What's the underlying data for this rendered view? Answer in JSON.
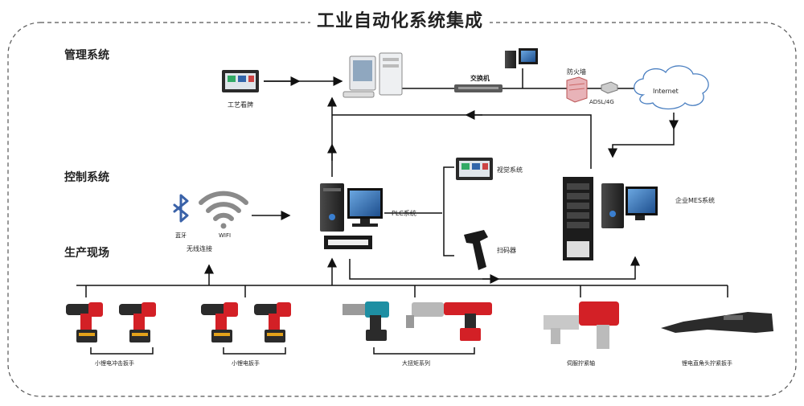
{
  "title": "工业自动化系统集成",
  "sections": {
    "management": "管理系统",
    "control": "控制系统",
    "production": "生产现场"
  },
  "nodes": {
    "process_board": "工艺看牌",
    "switch": "交换机",
    "firewall": "防火墙",
    "adsl": "ADSL/4G",
    "internet": "Internet",
    "plc": "PLC系统",
    "vision": "视觉系统",
    "scanner": "扫码器",
    "mes": "企业MES系统",
    "bluetooth": "蓝牙",
    "wifi": "WIFI",
    "wireless": "无线连接"
  },
  "tools": {
    "lithium_impact": "小锂电冲击扳手",
    "lithium_wrench": "小锂电扳手",
    "large_torque": "大扭矩系列",
    "servo": "伺服拧紧轴",
    "pistol": "锂电直角头拧紧扳手"
  },
  "colors": {
    "line": "#111111",
    "border": "#555555",
    "tool_red": "#d32026",
    "tool_dark": "#2b2b2b",
    "tool_teal": "#1e8fa3",
    "bt_blue": "#3a62a8",
    "screen_blue": "#2a68b0"
  }
}
